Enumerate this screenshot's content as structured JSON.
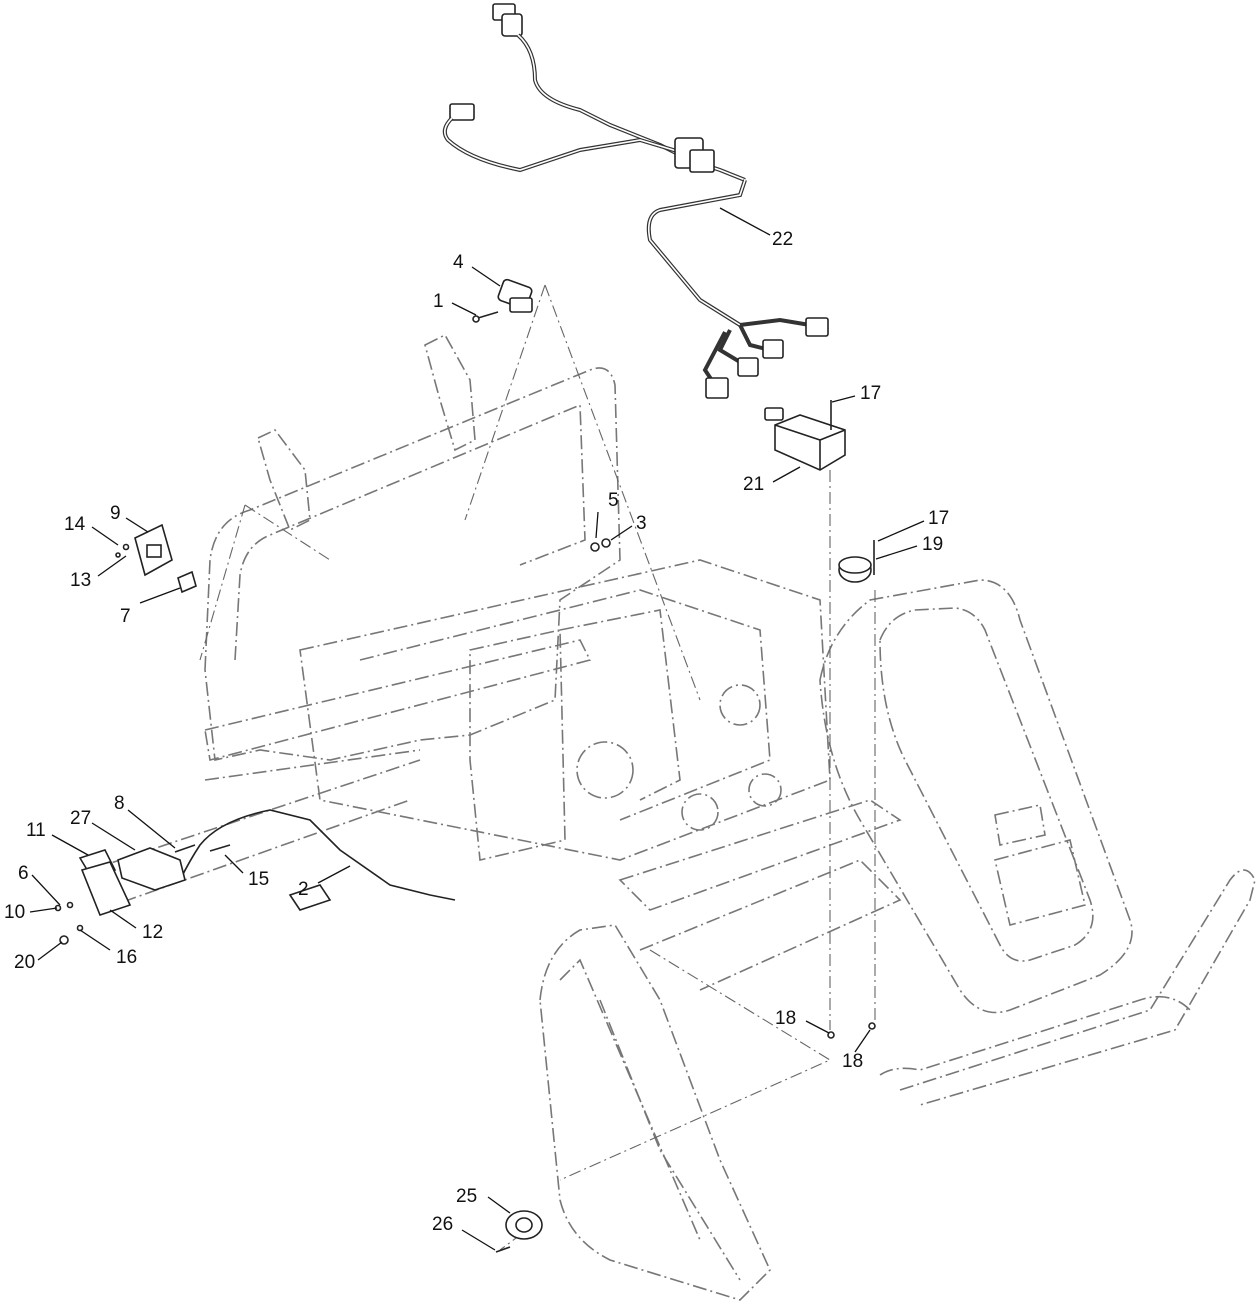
{
  "diagram": {
    "callouts": [
      {
        "id": "1",
        "text": "1"
      },
      {
        "id": "2",
        "text": "2"
      },
      {
        "id": "3",
        "text": "3"
      },
      {
        "id": "4",
        "text": "4"
      },
      {
        "id": "5",
        "text": "5"
      },
      {
        "id": "6",
        "text": "6"
      },
      {
        "id": "7",
        "text": "7"
      },
      {
        "id": "8",
        "text": "8"
      },
      {
        "id": "9",
        "text": "9"
      },
      {
        "id": "10",
        "text": "10"
      },
      {
        "id": "11",
        "text": "11"
      },
      {
        "id": "12",
        "text": "12"
      },
      {
        "id": "13",
        "text": "13"
      },
      {
        "id": "14",
        "text": "14"
      },
      {
        "id": "15",
        "text": "15"
      },
      {
        "id": "16",
        "text": "16"
      },
      {
        "id": "17a",
        "text": "17"
      },
      {
        "id": "17b",
        "text": "17"
      },
      {
        "id": "18a",
        "text": "18"
      },
      {
        "id": "18b",
        "text": "18"
      },
      {
        "id": "19",
        "text": "19"
      },
      {
        "id": "20",
        "text": "20"
      },
      {
        "id": "21",
        "text": "21"
      },
      {
        "id": "22",
        "text": "22"
      },
      {
        "id": "25",
        "text": "25"
      },
      {
        "id": "26",
        "text": "26"
      },
      {
        "id": "27",
        "text": "27"
      }
    ]
  }
}
